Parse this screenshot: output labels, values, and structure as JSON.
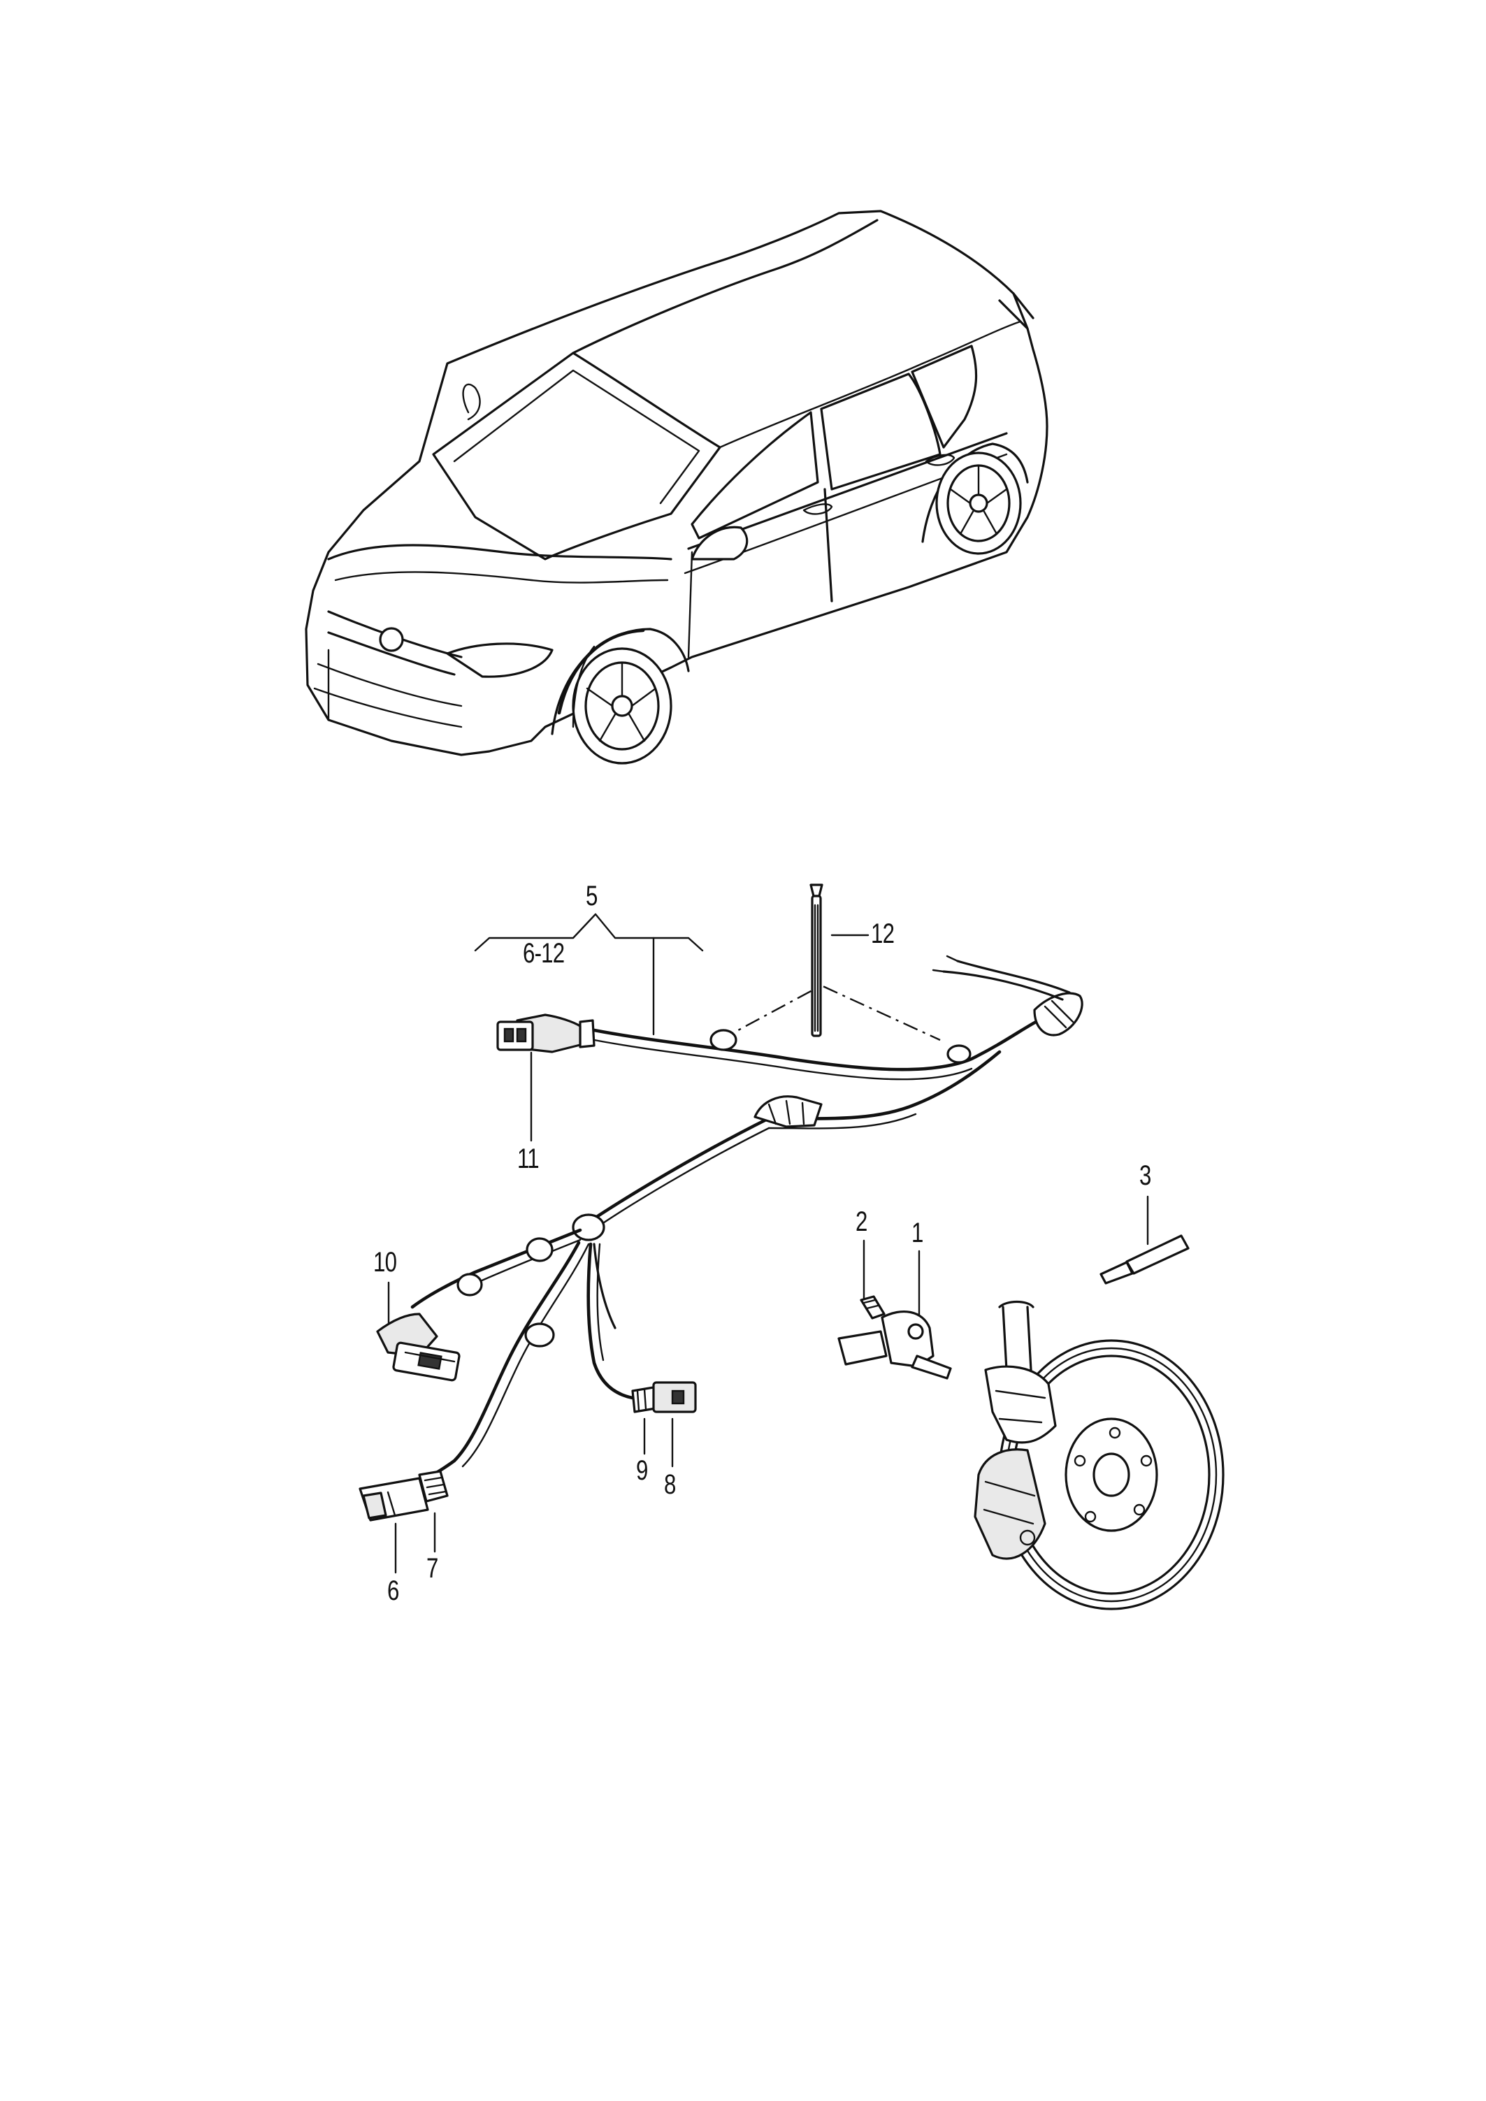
{
  "callouts": {
    "c5": "5",
    "c6_12": "6-12",
    "c12": "12",
    "c11": "11",
    "c3": "3",
    "c2": "2",
    "c1": "1",
    "c10": "10",
    "c9": "9",
    "c8": "8",
    "c7": "7",
    "c6": "6"
  },
  "colors": {
    "line": "#111111",
    "paper": "#ffffff"
  }
}
